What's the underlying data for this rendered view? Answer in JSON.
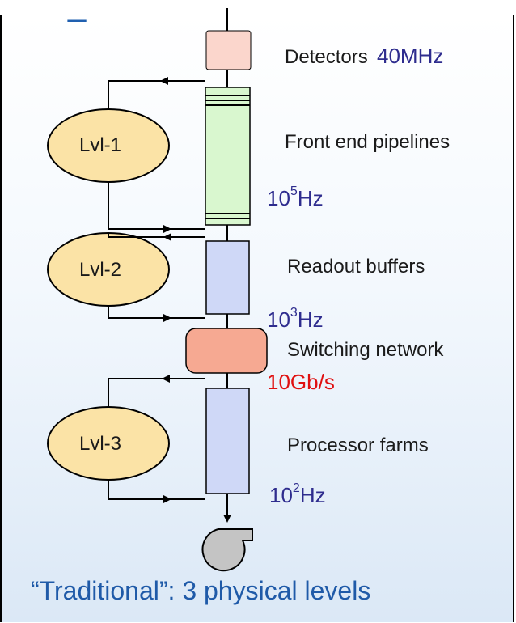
{
  "labels": {
    "detectors": "Detectors",
    "front_end": "Front end pipelines",
    "readout": "Readout buffers",
    "switching": "Switching network",
    "processor": "Processor farms"
  },
  "rates": {
    "detectors": "40MHz",
    "lvl1_base": "10",
    "lvl1_exp": "5",
    "lvl1_unit": "Hz",
    "lvl2_base": "10",
    "lvl2_exp": "3",
    "lvl2_unit": "Hz",
    "bandwidth": "10Gb/s",
    "lvl3_base": "10",
    "lvl3_exp": "2",
    "lvl3_unit": "Hz"
  },
  "levels": {
    "lvl1": "Lvl-1",
    "lvl2": "Lvl-2",
    "lvl3": "Lvl-3"
  },
  "footer": "“Traditional”: 3 physical levels",
  "colors": {
    "detector_box": "#fbd6cc",
    "pipeline_box": "#d9f7cf",
    "buffer_box": "#cfd8f7",
    "switch_box": "#f6a992",
    "level_ellipse": "#fbe3a6",
    "storage_icon": "#c4c4c4",
    "rate_text": "#2e2c8e",
    "bandwidth_text": "#e01010"
  },
  "icons": [
    "arrow-icon",
    "disk-storage-icon"
  ]
}
